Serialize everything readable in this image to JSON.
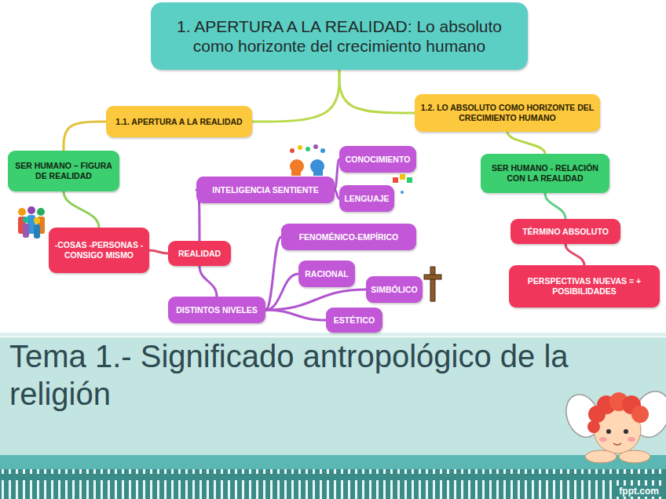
{
  "diagram": {
    "title": "Tema 1.- Significado antropológico de la religión",
    "nodes": [
      {
        "text": [
          "1. APERTURA A LA REALIDAD: Lo absoluto como horizonte del crecimiento humano"
        ]
      },
      {
        "text": [
          "1.1. APERTURA A LA REALIDAD"
        ]
      },
      {
        "text": [
          "1.2. LO ABSOLUTO COMO HORIZONTE DEL CRECIMIENTO HUMANO"
        ]
      },
      {
        "text": [
          "SER HUMANO – FIGURA DE REALIDAD"
        ]
      },
      {
        "text": [
          "-COSAS -PERSONAS -CONSIGO MISMO"
        ]
      },
      {
        "text": [
          "REALIDAD"
        ]
      },
      {
        "text": [
          "INTELIGENCIA SENTIENTE"
        ]
      },
      {
        "text": [
          "CONOCIMIENTO"
        ]
      },
      {
        "text": [
          "LENGUAJE"
        ]
      },
      {
        "text": [
          "DISTINTOS NIVELES"
        ]
      },
      {
        "text": [
          "FENOMÉNICO-EMPÍRICO"
        ]
      },
      {
        "text": [
          "RACIONAL"
        ]
      },
      {
        "text": [
          "SIMBÓLICO"
        ]
      },
      {
        "text": [
          "ESTÉTICO"
        ]
      },
      {
        "text": [
          "SER HUMANO - RELACIÓN CON LA REALIDAD"
        ]
      },
      {
        "text": [
          "TÉRMINO ABSOLUTO"
        ]
      },
      {
        "text": [
          "PERSPECTIVAS NUEVAS = + POSIBILIDADES"
        ]
      }
    ],
    "edges": [
      {
        "from": 0,
        "to": 1,
        "arrow": "none"
      },
      {
        "from": 0,
        "to": 2,
        "arrow": "none"
      },
      {
        "from": 1,
        "to": 3,
        "arrow": "none"
      },
      {
        "from": 3,
        "to": 4,
        "arrow": "none"
      },
      {
        "from": 4,
        "to": 5,
        "arrow": "none"
      },
      {
        "from": 5,
        "to": 6,
        "arrow": "none"
      },
      {
        "from": 5,
        "to": 9,
        "arrow": "none"
      },
      {
        "from": 6,
        "to": 7,
        "arrow": "none"
      },
      {
        "from": 6,
        "to": 8,
        "arrow": "none"
      },
      {
        "from": 9,
        "to": 10,
        "arrow": "none"
      },
      {
        "from": 9,
        "to": 11,
        "arrow": "none"
      },
      {
        "from": 9,
        "to": 12,
        "arrow": "none"
      },
      {
        "from": 9,
        "to": 13,
        "arrow": "none"
      },
      {
        "from": 2,
        "to": 14,
        "arrow": "none"
      },
      {
        "from": 14,
        "to": 15,
        "arrow": "none"
      },
      {
        "from": 15,
        "to": 16,
        "arrow": "none"
      }
    ],
    "labels": [
      "fppt.com"
    ]
  }
}
